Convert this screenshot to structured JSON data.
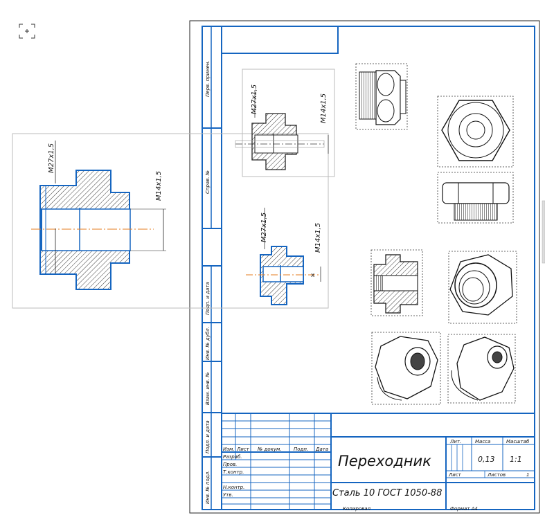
{
  "toolbar": {
    "fit_icon": "fit-view-icon"
  },
  "sheet": {
    "side_labels": [
      "Перв. примен.",
      "Справ. №",
      "Подп. и дата",
      "Инв. № дубл.",
      "Взам. инв. №",
      "Подп. и дата",
      "Инв. № подл."
    ],
    "footer_copy": "Копировал",
    "footer_format": "Формат   А4"
  },
  "views": {
    "zoom_view": {
      "thread_major": "M27x1,5",
      "thread_minor": "M14x1,5"
    },
    "top_section": {
      "thread_major": "M27x1,5",
      "thread_minor": "M14x1,5"
    },
    "mid_section": {
      "thread_major": "M27x1,5",
      "thread_minor": "M14x1,5"
    }
  },
  "title_block": {
    "name": "Переходник",
    "material": "Сталь 10  ГОСТ 1050-88",
    "headers": {
      "lit": "Лит.",
      "mass": "Масса",
      "scale": "Масштаб"
    },
    "mass": "0,13",
    "scale": "1:1",
    "sheet": "Лист",
    "sheets": "Листов",
    "sheets_count": "1",
    "change_cols": [
      "Изм.",
      "Лист",
      "№ докум.",
      "Подп.",
      "Дата"
    ],
    "roles": [
      "Разраб.",
      "Пров.",
      "Т.контр.",
      "",
      "Н.контр.",
      "Утв."
    ]
  }
}
